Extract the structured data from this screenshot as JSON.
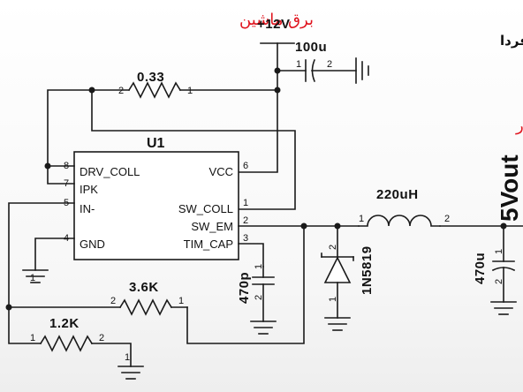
{
  "headings": {
    "input_label_fa": "برق ماشین",
    "output_label_fa": "خروجی شارژر",
    "brand_fa": "علم فردا",
    "supply_label": "+12V",
    "output_net": "5Vout"
  },
  "ic": {
    "ref": "U1",
    "pins": {
      "drv_coll": "DRV_COLL",
      "ipk": "IPK",
      "in_minus": "IN-",
      "gnd": "GND",
      "vcc": "VCC",
      "sw_coll": "SW_COLL",
      "sw_em": "SW_EM",
      "tim_cap": "TIM_CAP"
    },
    "pin_numbers": {
      "p8": "8",
      "p7": "7",
      "p5": "5",
      "p4": "4",
      "p6": "6",
      "p1": "1",
      "p2": "2",
      "p3": "3"
    }
  },
  "components": {
    "r_sense": "0.33",
    "r_top": "3.6K",
    "r_bottom": "1.2K",
    "c_in": "100u",
    "c_timing": "470p",
    "inductor": "220uH",
    "diode": "1N5819",
    "c_out": "470u"
  },
  "pin_labels": {
    "one": "1",
    "two": "2"
  },
  "colors": {
    "annotation_red": "#e0141e",
    "wire": "#1a1a1a",
    "background": "#ffffff"
  }
}
